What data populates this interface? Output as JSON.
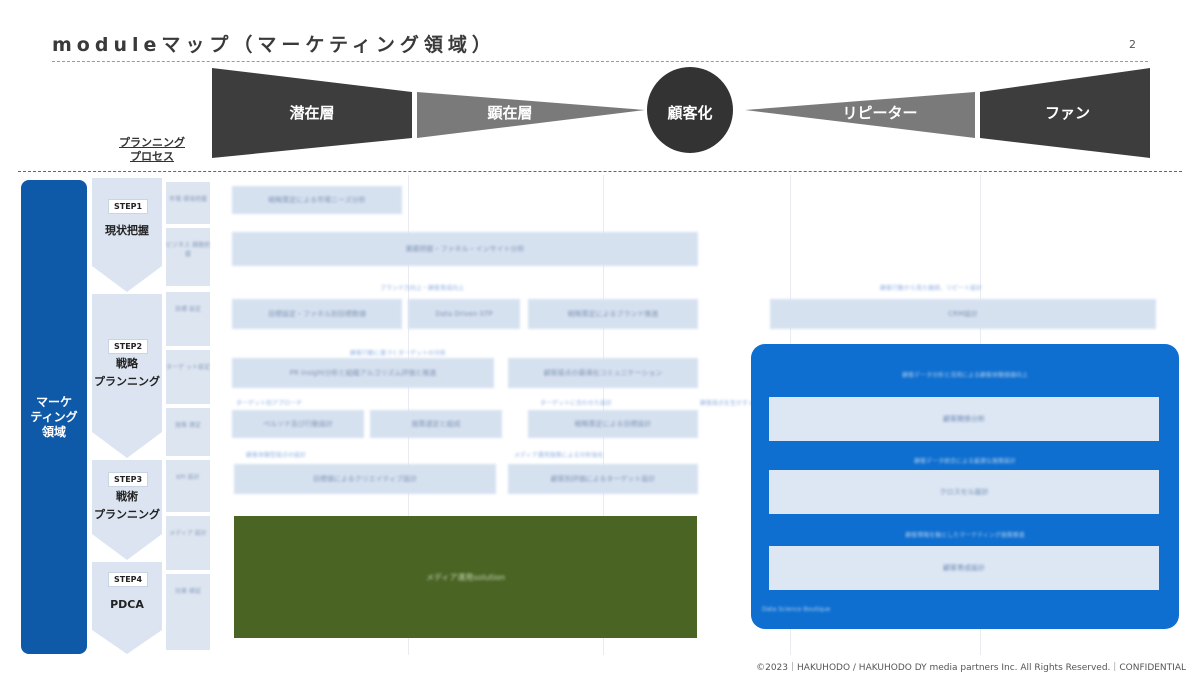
{
  "header": {
    "title": "moduleマップ（マーケティング領域）",
    "page_number": "2"
  },
  "funnel": {
    "stages": [
      "潜在層",
      "顕在層",
      "顧客化",
      "リピーター",
      "ファン"
    ]
  },
  "planning_process_label": "プランニング\nプロセス",
  "domain_label": "マーケ\nティング\n領域",
  "steps": [
    {
      "tag": "STEP1",
      "name": "現状把握"
    },
    {
      "tag": "STEP2",
      "name": "戦略\nプランニング"
    },
    {
      "tag": "STEP3",
      "name": "戦術\nプランニング"
    },
    {
      "tag": "STEP4",
      "name": "PDCA"
    }
  ],
  "sub_labels": [
    "市場\n環境把握",
    "ビジネス\n課題把握",
    "目標\n設定",
    "ターゲ\nット設定",
    "施策\n選定",
    "KPI\n設計",
    "メディア\n設計",
    "効果\n検証"
  ],
  "grid_cells": [
    "戦略策定による市場ニーズ分析",
    "業績把握・ファネル・インサイト分析",
    "目標設定・ファネル別目標数値",
    "Data Driven STP",
    "戦略策定によるブランド推進",
    "CRM設計",
    "PR insight分析と組織アルゴリズム評価と推進",
    "顧客接点の最適化コミュニケーション",
    "ペルソナ及び行動設計",
    "施策選定と組成",
    "戦略策定による目標設計",
    "目標値によるクリエイティブ設計",
    "顧客別評価によるターゲット設計"
  ],
  "notes": [
    "ブランド力向上・顧客育成向上",
    "顧客行動から見た継続、リピート設計",
    "顧客行動に基づくターゲットの分析",
    "ターゲット別アプローチ",
    "ターゲットに合わせた設計",
    "顧客体験型接点の設計",
    "メディア運用施策による分析強化",
    "顧客接点を生かすメディアプランニング"
  ],
  "green_box_label": "メディア運用solution",
  "blue_panel": {
    "notes": [
      "顧客データ分析と活用による顧客体験価値向上",
      "顧客データ統合による最適な施策設計",
      "顧客情報を軸としたマーケティング施策推進"
    ],
    "items": [
      "顧客関係分析",
      "クロスセル設計",
      "顧客育成設計"
    ],
    "footer_label": "Data Science Boutique"
  },
  "footer": "©2023｜HAKUHODO / HAKUHODO DY media partners Inc. All Rights Reserved.｜CONFIDENTIAL",
  "colors": {
    "dark_stage": "#3d3d3d",
    "mid_stage": "#7a7a7a",
    "customer_circle": "#333333",
    "domain_blue": "#0f5aa8",
    "panel_blue": "#0e6fd0",
    "cell_blue": "#d6e1f0",
    "green": "#4a6424"
  }
}
